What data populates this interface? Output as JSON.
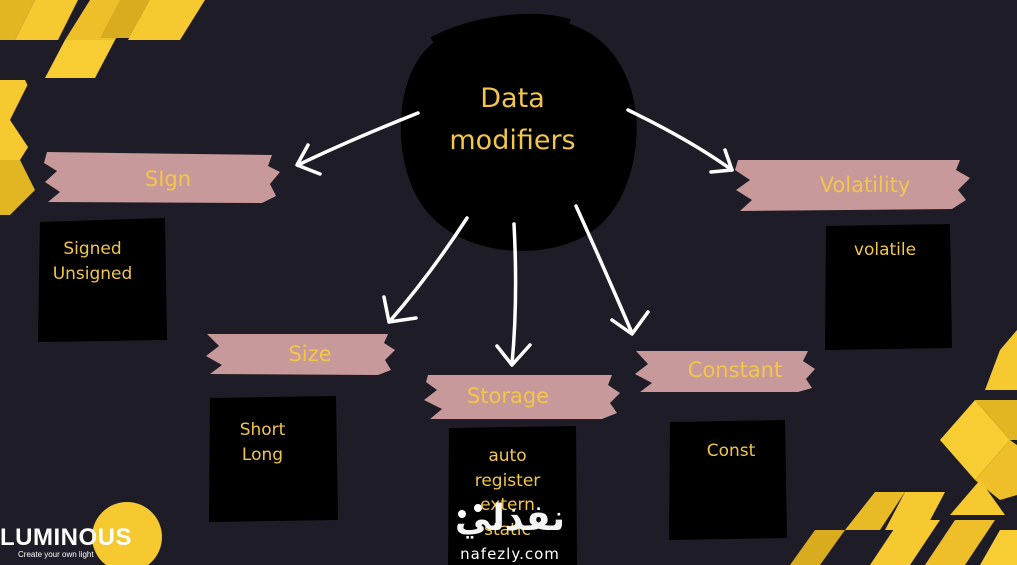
{
  "title": [
    "Data",
    "modifiers"
  ],
  "categories": [
    {
      "id": "sign",
      "label": "SIgn",
      "items": [
        "Signed",
        "Unsigned"
      ]
    },
    {
      "id": "size",
      "label": "Size",
      "items": [
        "Short",
        "Long"
      ]
    },
    {
      "id": "storage",
      "label": "Storage",
      "items": [
        "auto",
        "register",
        "extern",
        "static"
      ]
    },
    {
      "id": "constant",
      "label": "Constant",
      "items": [
        "Const"
      ]
    },
    {
      "id": "volatility",
      "label": "Volatility",
      "items": [
        "volatile"
      ]
    }
  ],
  "logo": {
    "word": "LUMINOUS",
    "tagline": "Create your own light"
  },
  "watermark": {
    "arabic": "نفذلي",
    "latin": "nafezly.com"
  },
  "colors": {
    "background": "#1e1c27",
    "text": "#f2c64a",
    "brush": "#c7999a",
    "box": "#000000",
    "arrow": "#ffffff",
    "accent": "#f5c92f"
  }
}
